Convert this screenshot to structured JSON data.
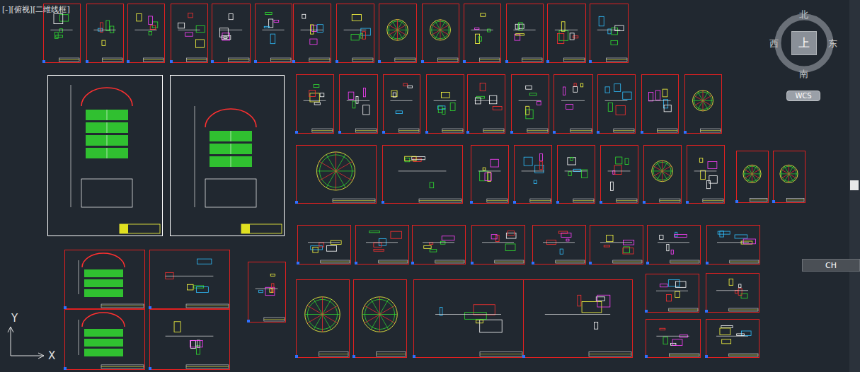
{
  "diagram": {
    "nodes": [
      {
        "text": [
          "上"
        ]
      },
      {
        "text": [
          "WCS"
        ]
      },
      {
        "text": [
          "CH"
        ]
      }
    ],
    "labels": [
      "[-][俯视][二维线框]",
      "北",
      "南",
      "东",
      "西",
      "Y",
      "X"
    ]
  }
}
